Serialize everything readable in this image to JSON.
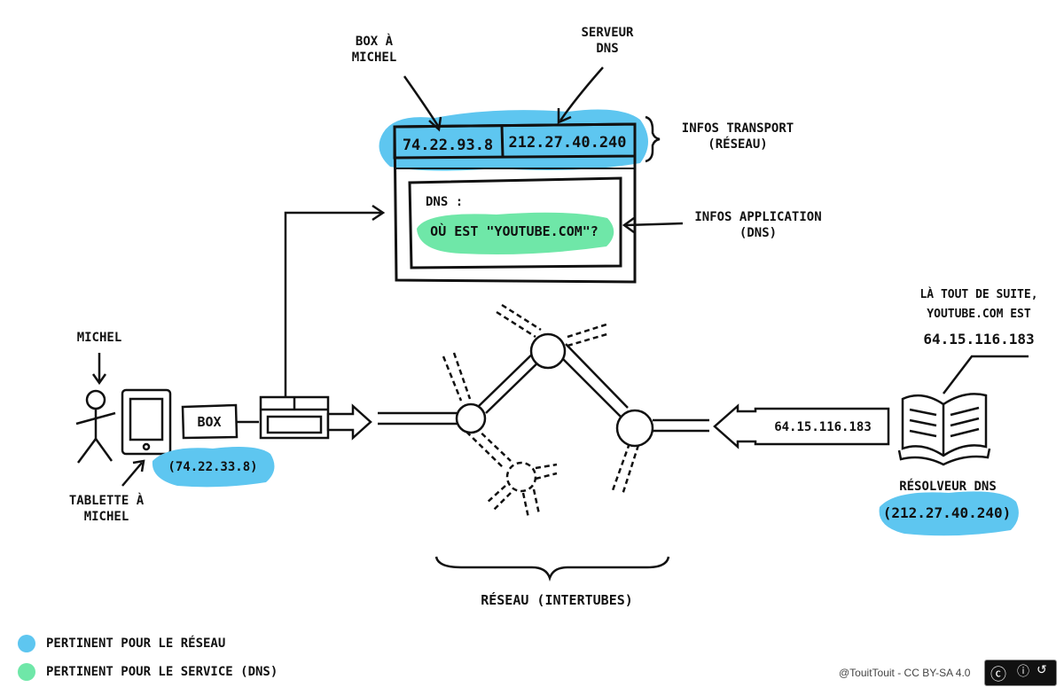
{
  "packet": {
    "label_box_michel": "BOX À MICHEL",
    "label_serveur_dns": "SERVEUR DNS",
    "src_ip": "74.22.93.8",
    "dst_ip": "212.27.40.240",
    "transport_info": "INFOS TRANSPORT (RÉSEAU)",
    "dns_title": "DNS :",
    "dns_query": "OÙ EST \"YOUTUBE.COM\"?",
    "application_info": "INFOS APPLICATION (DNS)"
  },
  "left": {
    "michel_label": "MICHEL",
    "tablet_label": "TABLETTE À MICHEL",
    "box_label": "BOX",
    "box_ip": "(74.22.33.8)"
  },
  "network": {
    "label": "RÉSEAU (INTERTUBES)"
  },
  "right": {
    "response_ip": "64.15.116.183",
    "answer_line1": "LÀ TOUT DE SUITE,",
    "answer_line2": "YOUTUBE.COM EST",
    "answer_ip": "64.15.116.183",
    "resolver_label": "RÉSOLVEUR DNS",
    "resolver_ip": "(212.27.40.240)"
  },
  "legend": {
    "items": [
      {
        "color": "#5ec6f0",
        "label": "PERTINENT POUR LE RÉSEAU"
      },
      {
        "color": "#6fe7a8",
        "label": "PERTINENT POUR LE SERVICE (DNS)"
      }
    ]
  },
  "credit": "@TouitTouit - CC BY-SA 4.0",
  "colors": {
    "network_highlight": "#5ec6f0",
    "service_highlight": "#6fe7a8",
    "ink": "#111111"
  }
}
